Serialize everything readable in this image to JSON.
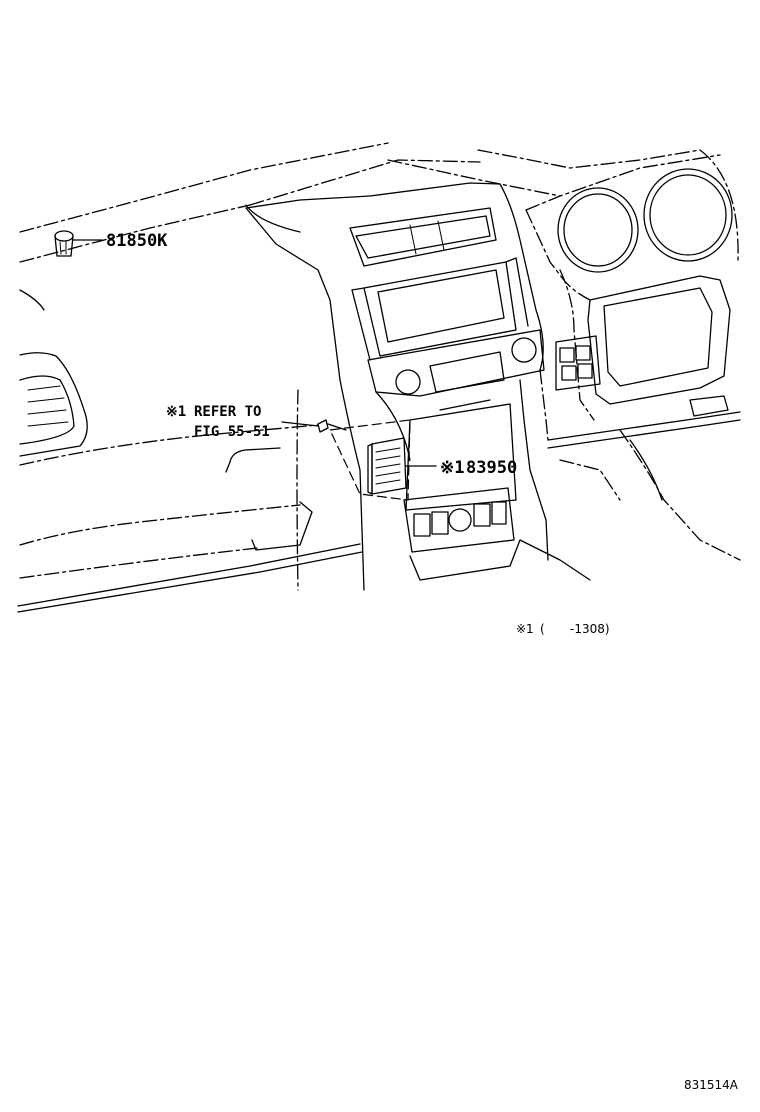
{
  "parts": {
    "part_1": "81850K",
    "part_2_mark": "※1",
    "part_2_number": "83950"
  },
  "reference": {
    "mark": "※1",
    "line1": "REFER TO",
    "line2": "FIG 55-51"
  },
  "footnote": {
    "mark": "※1",
    "open": "(",
    "range": "-1308)"
  },
  "figure_id": "831514A"
}
